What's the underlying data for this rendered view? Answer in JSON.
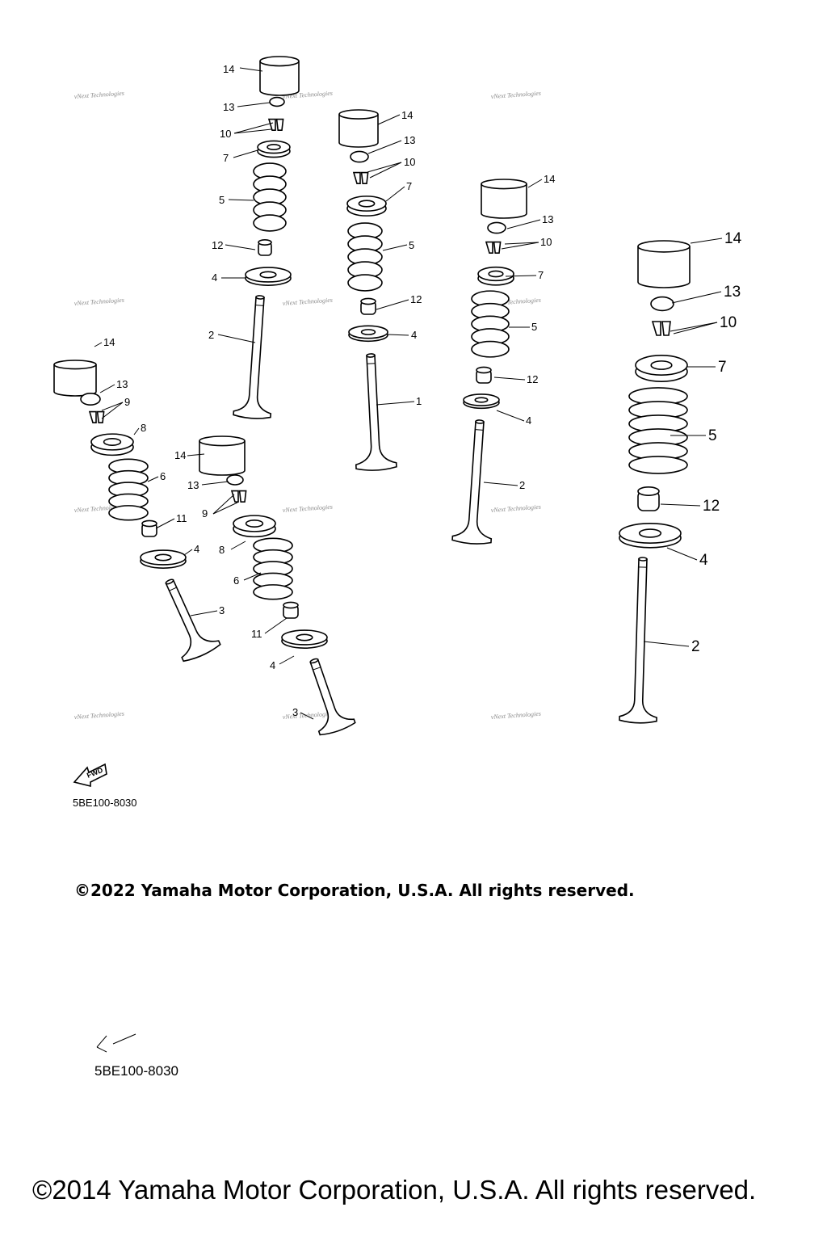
{
  "watermark_text": "vNext Technologies",
  "fwd_label": "FWD",
  "diagram_code_1": "5BE100-8030",
  "copyright_1": "©2022 Yamaha Motor Corporation, U.S.A. All rights reserved.",
  "diagram_code_2": "5BE100-8030",
  "copyright_2": "©2014 Yamaha Motor Corporation, U.S.A. All rights reserved.",
  "assemblies": [
    {
      "callouts": [
        "14",
        "13",
        "10",
        "7",
        "5",
        "12",
        "4",
        "2"
      ]
    },
    {
      "callouts": [
        "14",
        "13",
        "10",
        "7",
        "5",
        "12",
        "4",
        "1"
      ]
    },
    {
      "callouts": [
        "14",
        "13",
        "10",
        "7",
        "5",
        "12",
        "4",
        "2"
      ]
    },
    {
      "callouts": [
        "14",
        "13",
        "10",
        "7",
        "5",
        "12",
        "4",
        "2"
      ]
    },
    {
      "callouts": [
        "14",
        "13",
        "9",
        "8",
        "6",
        "11",
        "4",
        "3"
      ]
    },
    {
      "callouts": [
        "14",
        "13",
        "9",
        "8",
        "6",
        "11",
        "4",
        "3"
      ]
    }
  ]
}
